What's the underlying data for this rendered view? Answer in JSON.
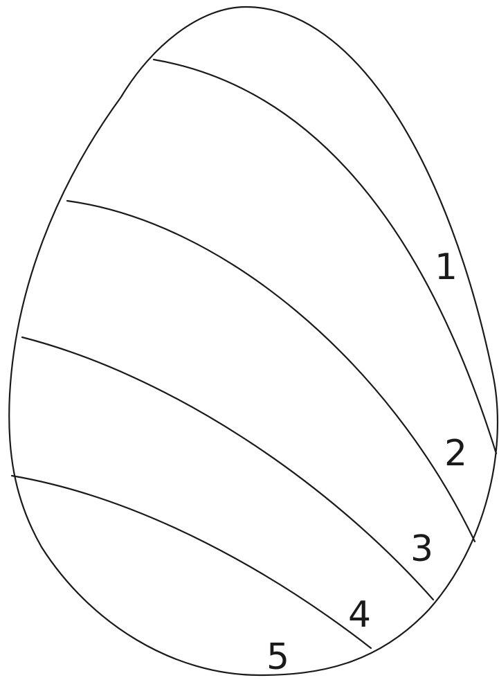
{
  "regions": [
    {
      "label": "1"
    },
    {
      "label": "2"
    },
    {
      "label": "3"
    },
    {
      "label": "4"
    },
    {
      "label": "5"
    }
  ],
  "colors": {
    "stroke": "#1a1a1a",
    "background": "#ffffff"
  }
}
